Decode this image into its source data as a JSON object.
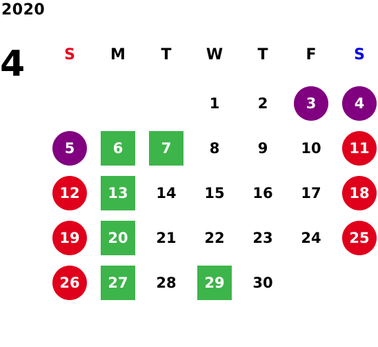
{
  "calendar": {
    "year": "2020",
    "month": "4",
    "weekdays": [
      {
        "label": "S",
        "color": "#e8001c"
      },
      {
        "label": "M",
        "color": "#000000"
      },
      {
        "label": "T",
        "color": "#000000"
      },
      {
        "label": "W",
        "color": "#000000"
      },
      {
        "label": "T",
        "color": "#000000"
      },
      {
        "label": "F",
        "color": "#000000"
      },
      {
        "label": "S",
        "color": "#0000e0"
      }
    ],
    "first_weekday_index": 3,
    "days": [
      {
        "d": "1",
        "style": "plain"
      },
      {
        "d": "2",
        "style": "plain"
      },
      {
        "d": "3",
        "style": "purple-circle"
      },
      {
        "d": "4",
        "style": "purple-circle"
      },
      {
        "d": "5",
        "style": "purple-circle"
      },
      {
        "d": "6",
        "style": "green-square"
      },
      {
        "d": "7",
        "style": "green-square"
      },
      {
        "d": "8",
        "style": "plain"
      },
      {
        "d": "9",
        "style": "plain"
      },
      {
        "d": "10",
        "style": "plain"
      },
      {
        "d": "11",
        "style": "red-circle"
      },
      {
        "d": "12",
        "style": "red-circle"
      },
      {
        "d": "13",
        "style": "green-square"
      },
      {
        "d": "14",
        "style": "plain"
      },
      {
        "d": "15",
        "style": "plain"
      },
      {
        "d": "16",
        "style": "plain"
      },
      {
        "d": "17",
        "style": "plain"
      },
      {
        "d": "18",
        "style": "red-circle"
      },
      {
        "d": "19",
        "style": "red-circle"
      },
      {
        "d": "20",
        "style": "green-square"
      },
      {
        "d": "21",
        "style": "plain"
      },
      {
        "d": "22",
        "style": "plain"
      },
      {
        "d": "23",
        "style": "plain"
      },
      {
        "d": "24",
        "style": "plain"
      },
      {
        "d": "25",
        "style": "red-circle"
      },
      {
        "d": "26",
        "style": "red-circle"
      },
      {
        "d": "27",
        "style": "green-square"
      },
      {
        "d": "28",
        "style": "plain"
      },
      {
        "d": "29",
        "style": "green-square"
      },
      {
        "d": "30",
        "style": "plain"
      }
    ]
  },
  "colors": {
    "purple": "#800080",
    "red": "#e0001b",
    "green": "#3db54a"
  }
}
